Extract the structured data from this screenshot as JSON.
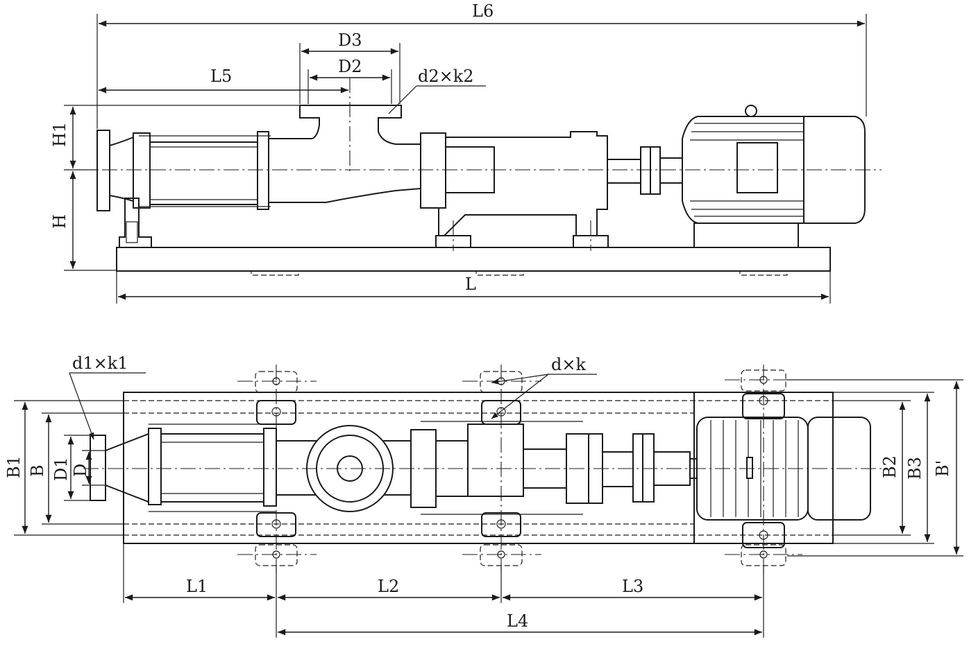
{
  "labels": {
    "L6": "L6",
    "D3": "D3",
    "D2": "D2",
    "L5": "L5",
    "d2k2": "d2×k2",
    "H1": "H1",
    "H": "H",
    "L": "L",
    "d1k1": "d1×k1",
    "dk": "d×k",
    "B1": "B1",
    "B": "B",
    "D1": "D1",
    "D": "D",
    "B2": "B2",
    "B3": "B3",
    "Bprime": "B'",
    "L1": "L1",
    "L2": "L2",
    "L3": "L3",
    "L4": "L4"
  },
  "colors": {
    "line": "#1a1a1a",
    "background": "#ffffff"
  }
}
